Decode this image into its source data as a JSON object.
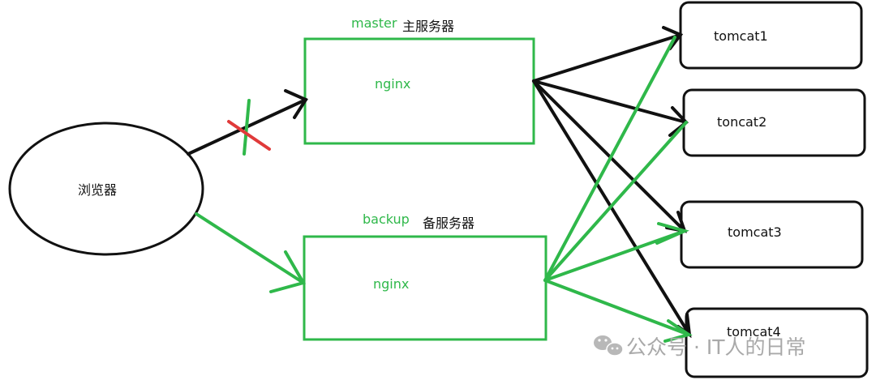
{
  "diagram": {
    "browser": {
      "label": "浏览器"
    },
    "master": {
      "role": "master",
      "title": "主服务器",
      "node": "nginx"
    },
    "backup": {
      "role": "backup",
      "title": "备服务器",
      "node": "nginx"
    },
    "tomcats": [
      {
        "label": "tomcat1"
      },
      {
        "label": "toncat2"
      },
      {
        "label": "tomcat3"
      },
      {
        "label": "tomcat4"
      }
    ],
    "colors": {
      "master_path": "#111111",
      "backup_path": "#2fb84a",
      "failed_mark": "#e03a3a",
      "box_border": "#2fb84a"
    }
  },
  "watermark": {
    "text": "公众号 · IT人的日常",
    "icon": "wechat-icon"
  }
}
